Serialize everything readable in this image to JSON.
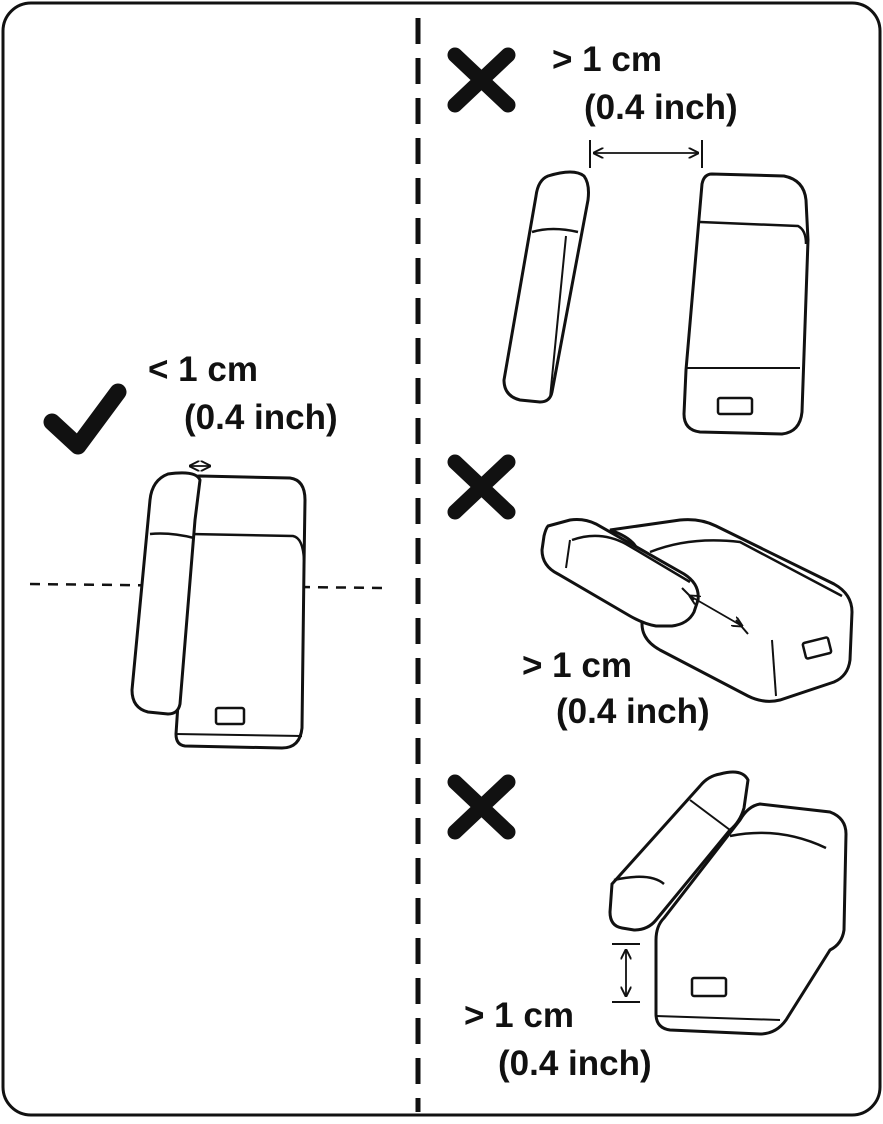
{
  "colors": {
    "ink": "#111111",
    "device_fill": "#ffffff",
    "shade": "#f2f2f2",
    "background": "#ffffff"
  },
  "icons": [
    "checkmark-icon",
    "cross-icon",
    "cross-icon",
    "cross-icon",
    "dimension-arrow-icon"
  ],
  "correct": {
    "text_line1": "< 1 cm",
    "text_line2": "(0.4 inch)"
  },
  "wrong_gap": {
    "text_line1": "> 1 cm",
    "text_line2": "(0.4 inch)"
  },
  "wrong_offset": {
    "text_line1": "> 1 cm",
    "text_line2": "(0.4 inch)"
  },
  "wrong_height": {
    "text_line1": "> 1 cm",
    "text_line2": "(0.4 inch)"
  }
}
